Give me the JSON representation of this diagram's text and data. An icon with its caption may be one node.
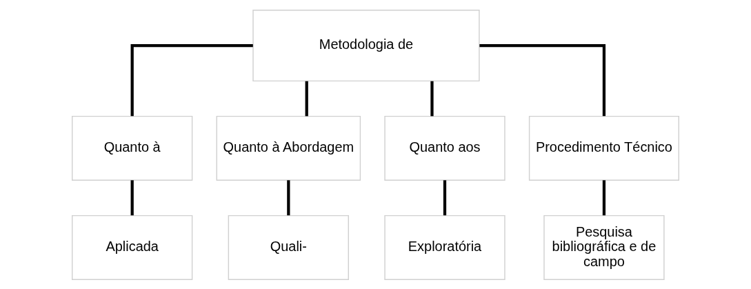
{
  "diagram": {
    "nodes": [
      {
        "text": [
          "Metodologia de"
        ]
      },
      {
        "text": [
          "Quanto à"
        ]
      },
      {
        "text": [
          "Quanto à Abordagem"
        ]
      },
      {
        "text": [
          "Quanto aos"
        ]
      },
      {
        "text": [
          "Procedimento Técnico"
        ]
      },
      {
        "text": [
          "Aplicada"
        ]
      },
      {
        "text": [
          "Quali-"
        ]
      },
      {
        "text": [
          "Exploratória"
        ]
      },
      {
        "text": [
          "Pesquisa bibliográfica e de campo"
        ]
      }
    ],
    "edges": [
      {
        "from": 0,
        "to": 1,
        "arrow": "none"
      },
      {
        "from": 0,
        "to": 2,
        "arrow": "none"
      },
      {
        "from": 0,
        "to": 3,
        "arrow": "none"
      },
      {
        "from": 0,
        "to": 4,
        "arrow": "none"
      },
      {
        "from": 1,
        "to": 5,
        "arrow": "none"
      },
      {
        "from": 2,
        "to": 6,
        "arrow": "none"
      },
      {
        "from": 3,
        "to": 7,
        "arrow": "none"
      },
      {
        "from": 4,
        "to": 8,
        "arrow": "none"
      }
    ]
  }
}
